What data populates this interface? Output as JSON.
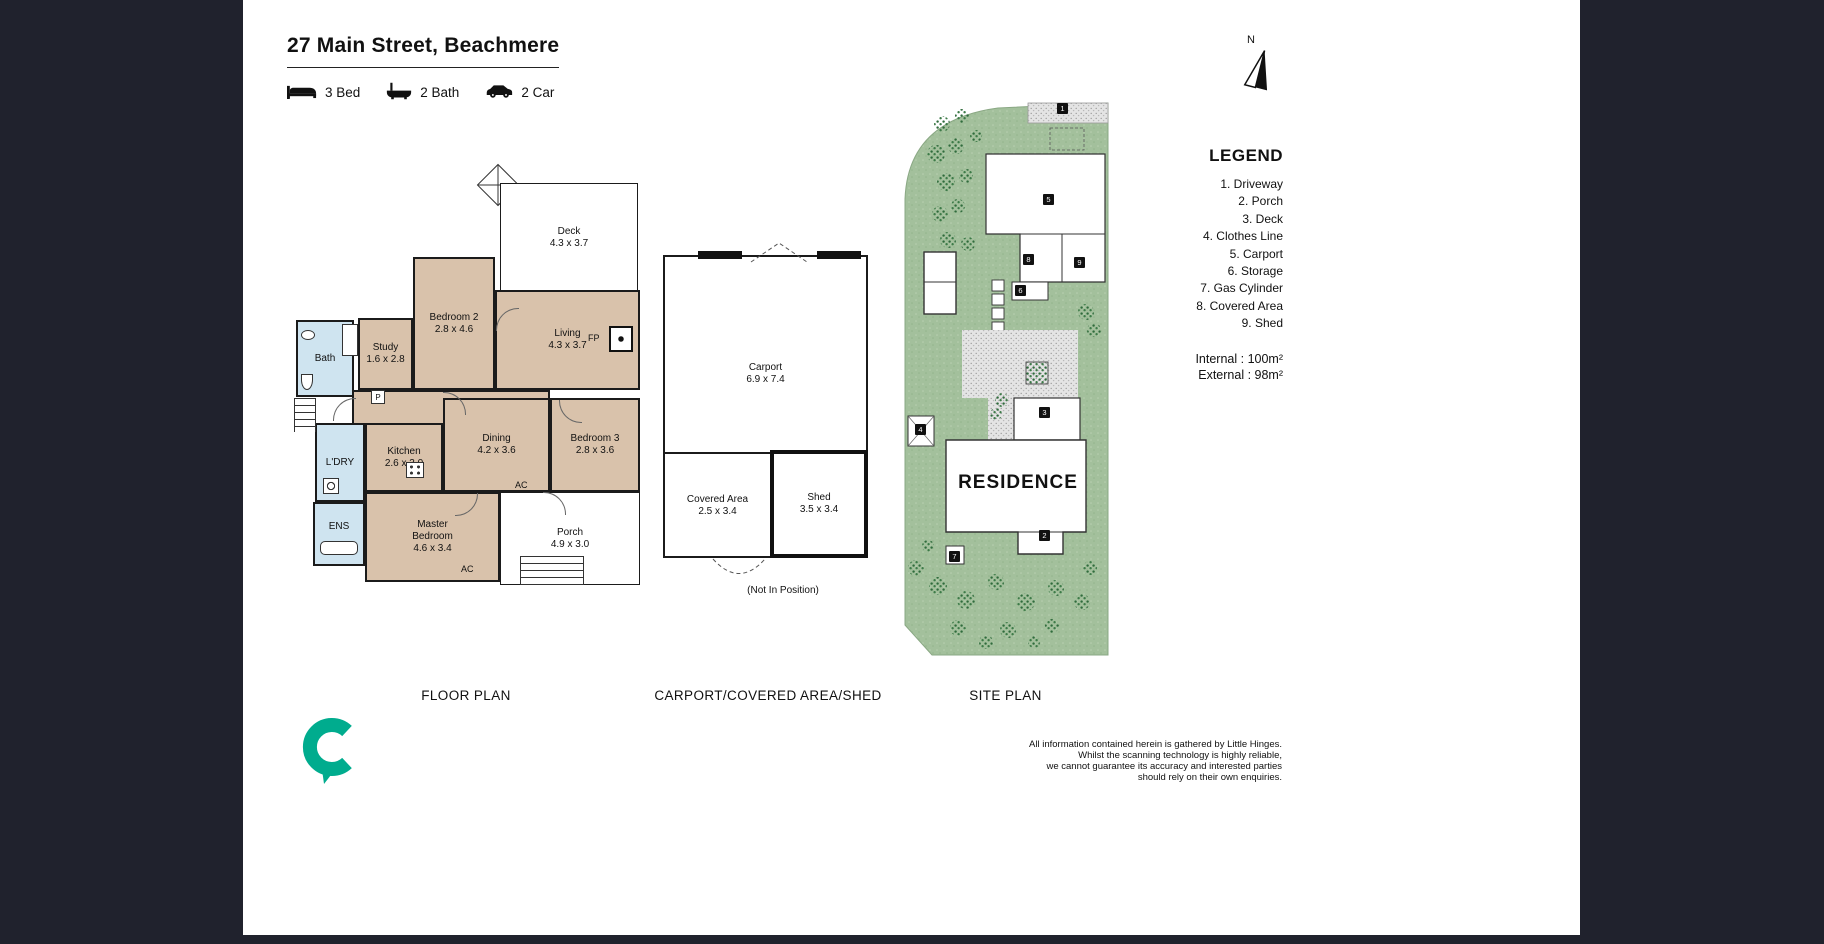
{
  "header": {
    "title": "27 Main Street, Beachmere",
    "amenities": [
      {
        "icon": "bed-icon",
        "label": "3 Bed"
      },
      {
        "icon": "bath-icon",
        "label": "2 Bath"
      },
      {
        "icon": "car-icon",
        "label": "2 Car"
      }
    ],
    "north_label": "N"
  },
  "legend": {
    "heading": "LEGEND",
    "items": [
      "1. Driveway",
      "2. Porch",
      "3. Deck",
      "4. Clothes Line",
      "5. Carport",
      "6. Storage",
      "7. Gas Cylinder",
      "8. Covered Area",
      "9. Shed"
    ],
    "internal_area": "Internal : 100m²",
    "external_area": "External : 98m²"
  },
  "floor_plan": {
    "section_label": "FLOOR PLAN",
    "rooms": {
      "deck": {
        "name": "Deck",
        "dims": "4.3 x 3.7"
      },
      "living": {
        "name": "Living",
        "dims": "4.3 x 3.7"
      },
      "bedroom2": {
        "name": "Bedroom 2",
        "dims": "2.8 x 4.6"
      },
      "study": {
        "name": "Study",
        "dims": "1.6 x 2.8"
      },
      "bath": {
        "name": "Bath"
      },
      "kitchen": {
        "name": "Kitchen",
        "dims": "2.6 x 3.0"
      },
      "dining": {
        "name": "Dining",
        "dims": "4.2 x 3.6"
      },
      "bedroom3": {
        "name": "Bedroom 3",
        "dims": "2.8 x 3.6"
      },
      "laundry": {
        "name": "L'DRY"
      },
      "ensuite": {
        "name": "ENS"
      },
      "master": {
        "name": "Master Bedroom",
        "dims": "4.6 x 3.4"
      },
      "porch": {
        "name": "Porch",
        "dims": "4.9 x 3.0"
      }
    },
    "annotations": {
      "fp": "FP",
      "ac1": "AC",
      "ac2": "AC",
      "p": "P"
    }
  },
  "carport_plan": {
    "section_label": "CARPORT/COVERED AREA/SHED",
    "rooms": {
      "carport": {
        "name": "Carport",
        "dims": "6.9 x 7.4"
      },
      "covered_area": {
        "name": "Covered Area",
        "dims": "2.5 x 3.4"
      },
      "shed": {
        "name": "Shed",
        "dims": "3.5 x 3.4"
      }
    },
    "note": "(Not In Position)"
  },
  "site_plan": {
    "section_label": "SITE PLAN",
    "residence_label": "RESIDENCE",
    "markers": {
      "m1": "1",
      "m2": "2",
      "m3": "3",
      "m4": "4",
      "m5": "5",
      "m6": "6",
      "m7": "7",
      "m8": "8",
      "m9": "9"
    }
  },
  "footer": {
    "disclaimer": [
      "All information contained herein is gathered by Little Hinges.",
      "Whilst the scanning technology is highly reliable,",
      "we cannot guarantee its accuracy and interested parties",
      "should rely on their own enquiries."
    ]
  },
  "colors": {
    "background": "#20222d",
    "room_tan": "#d9c2ab",
    "room_blue": "#cfe4f0",
    "site_green": "#a3c09c",
    "tree_green": "#2f6b3c",
    "logo_teal": "#00ac8e"
  }
}
